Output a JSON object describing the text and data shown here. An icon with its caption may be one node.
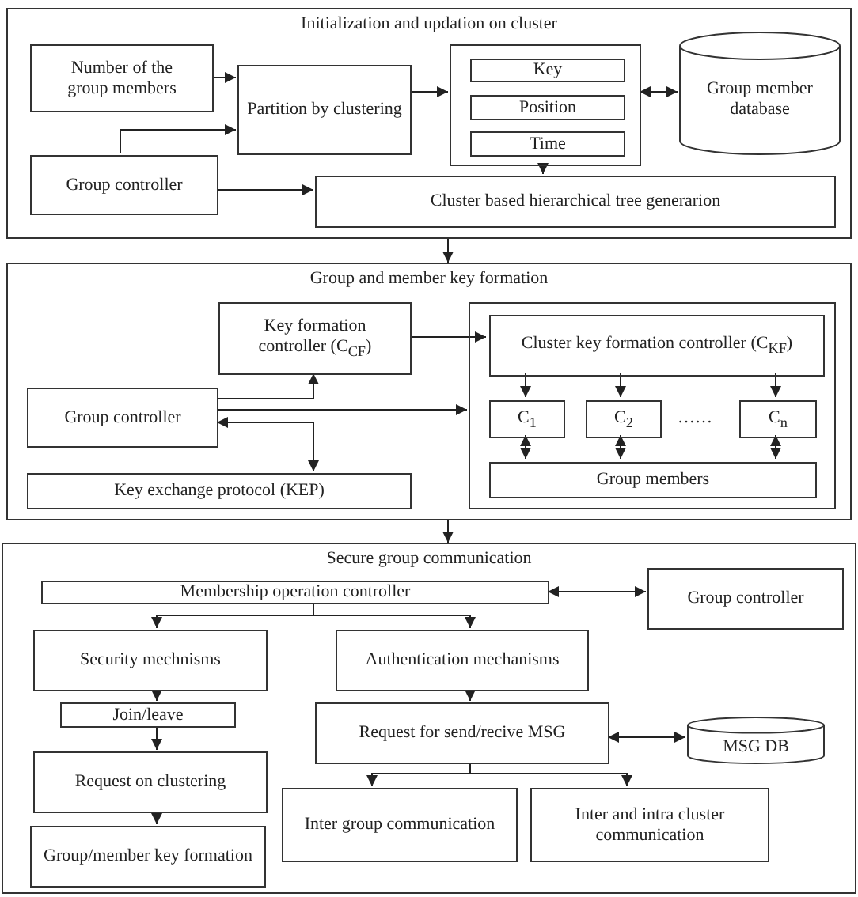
{
  "diagram": {
    "nodes": [
      {
        "text": [
          "Initialization and updation on cluster"
        ]
      },
      {
        "text": [
          "Number of the group members"
        ],
        "in": 0
      },
      {
        "text": [
          "Partition by clustering"
        ],
        "in": 0
      },
      {
        "text": [],
        "shape": "box",
        "in": 0
      },
      {
        "text": [
          "Key"
        ],
        "in": 3
      },
      {
        "text": [
          "Position"
        ],
        "in": 3
      },
      {
        "text": [
          "Time"
        ],
        "in": 3
      },
      {
        "text": [
          "Group member database"
        ],
        "in": 0
      },
      {
        "text": [
          "Group controller"
        ],
        "in": 0
      },
      {
        "text": [
          "Cluster based hierarchical tree generarion"
        ],
        "in": 0
      },
      {
        "text": [
          "Group and member key formation"
        ]
      },
      {
        "text": [
          "Key formation controller (C$_{CF}$)"
        ],
        "in": 10
      },
      {
        "text": [
          "Group controller"
        ],
        "in": 10
      },
      {
        "text": [],
        "shape": "box",
        "in": 10
      },
      {
        "text": [
          "Cluster key formation controller (C$_{KF}$)"
        ],
        "in": 13
      },
      {
        "text": [
          "C$_{1}$"
        ],
        "in": 13
      },
      {
        "text": [
          "C$_{2}$"
        ],
        "in": 13
      },
      {
        "text": [
          "C$_{n}$"
        ],
        "in": 13
      },
      {
        "text": [
          "Group members"
        ],
        "in": 13
      },
      {
        "text": [
          "Key exchange protocol (KEP)"
        ],
        "in": 10
      },
      {
        "text": [
          "Secure group communication"
        ]
      },
      {
        "text": [
          "Membership operation controller"
        ],
        "in": 20
      },
      {
        "text": [
          "Group controller"
        ],
        "in": 20
      },
      {
        "text": [
          "Security mechnisms"
        ],
        "in": 20
      },
      {
        "text": [
          "Authentication mechanisms"
        ],
        "in": 20
      },
      {
        "text": [
          "Join/leave"
        ],
        "in": 20
      },
      {
        "text": [
          "Request for send/recive MSG"
        ],
        "in": 20
      },
      {
        "text": [
          "MSG DB"
        ],
        "in": 20
      },
      {
        "text": [
          "Request on clustering"
        ],
        "in": 20
      },
      {
        "text": [
          "Inter group communication"
        ],
        "in": 20
      },
      {
        "text": [
          "Inter and intra cluster communication"
        ],
        "in": 20
      },
      {
        "text": [
          "Group/member key formation"
        ],
        "in": 20
      }
    ],
    "edges": [
      {
        "from": 0,
        "to": 10,
        "arrow": "to"
      },
      {
        "from": 10,
        "to": 20,
        "arrow": "to"
      },
      {
        "from": 1,
        "to": 2,
        "arrow": "to"
      },
      {
        "from": 8,
        "to": 2,
        "arrow": "to"
      },
      {
        "from": 2,
        "to": 3,
        "arrow": "to"
      },
      {
        "from": 3,
        "to": 7,
        "arrow": "both"
      },
      {
        "from": 3,
        "to": 9,
        "arrow": "to"
      },
      {
        "from": 8,
        "to": 9,
        "arrow": "to"
      },
      {
        "from": 12,
        "to": 11,
        "arrow": "to"
      },
      {
        "from": 11,
        "to": 14,
        "arrow": "to"
      },
      {
        "from": 12,
        "to": 13,
        "arrow": "to"
      },
      {
        "from": 12,
        "to": 19,
        "arrow": "both"
      },
      {
        "from": 14,
        "to": 15,
        "arrow": "to"
      },
      {
        "from": 14,
        "to": 16,
        "arrow": "to"
      },
      {
        "from": 14,
        "to": 17,
        "arrow": "to"
      },
      {
        "from": 15,
        "to": 18,
        "arrow": "both"
      },
      {
        "from": 16,
        "to": 18,
        "arrow": "both"
      },
      {
        "from": 17,
        "to": 18,
        "arrow": "both"
      },
      {
        "from": 21,
        "to": 22,
        "arrow": "both"
      },
      {
        "from": 21,
        "to": 23,
        "arrow": "to"
      },
      {
        "from": 21,
        "to": 24,
        "arrow": "to"
      },
      {
        "from": 23,
        "to": 25,
        "arrow": "to"
      },
      {
        "from": 25,
        "to": 28,
        "arrow": "to"
      },
      {
        "from": 28,
        "to": 31,
        "arrow": "to"
      },
      {
        "from": 24,
        "to": 26,
        "arrow": "to"
      },
      {
        "from": 26,
        "to": 27,
        "arrow": "both"
      },
      {
        "from": 26,
        "to": 29,
        "arrow": "to"
      },
      {
        "from": 26,
        "to": 30,
        "arrow": "to"
      }
    ],
    "labels": [
      "……"
    ]
  }
}
